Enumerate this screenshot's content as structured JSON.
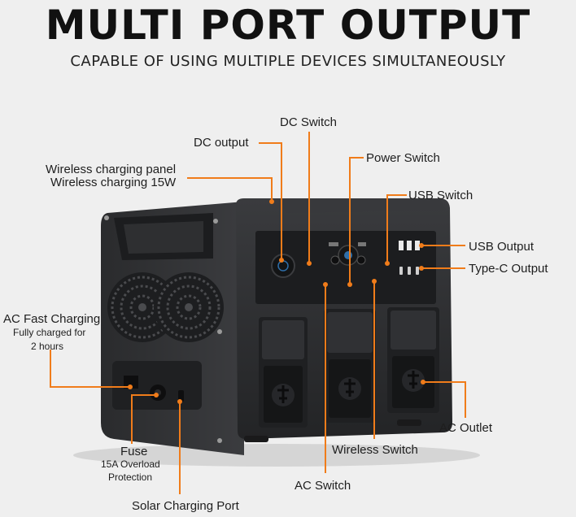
{
  "header": {
    "title": "MULTI PORT OUTPUT",
    "subtitle": "CAPABLE OF USING MULTIPLE DEVICES SIMULTANEOUSLY"
  },
  "callouts": {
    "dc_switch": "DC Switch",
    "dc_output": "DC output",
    "power_switch": "Power Switch",
    "wireless_panel_1": "Wireless charging panel",
    "wireless_panel_2": "Wireless charging 15W",
    "usb_switch": "USB Switch",
    "usb_output": "USB Output",
    "typec_output": "Type-C Output",
    "ac_fast_charging": "AC Fast Charging",
    "ac_fast_sub_1": "Fully charged for",
    "ac_fast_sub_2": "2 hours",
    "ac_outlet": "AC Outlet",
    "wireless_switch": "Wireless Switch",
    "fuse": "Fuse",
    "fuse_sub_1": "15A Overload",
    "fuse_sub_2": "Protection",
    "ac_switch": "AC Switch",
    "solar_port": "Solar Charging Port"
  },
  "colors": {
    "accent": "#f07c1a",
    "body": "#2b2c2e",
    "background": "#efefef"
  }
}
